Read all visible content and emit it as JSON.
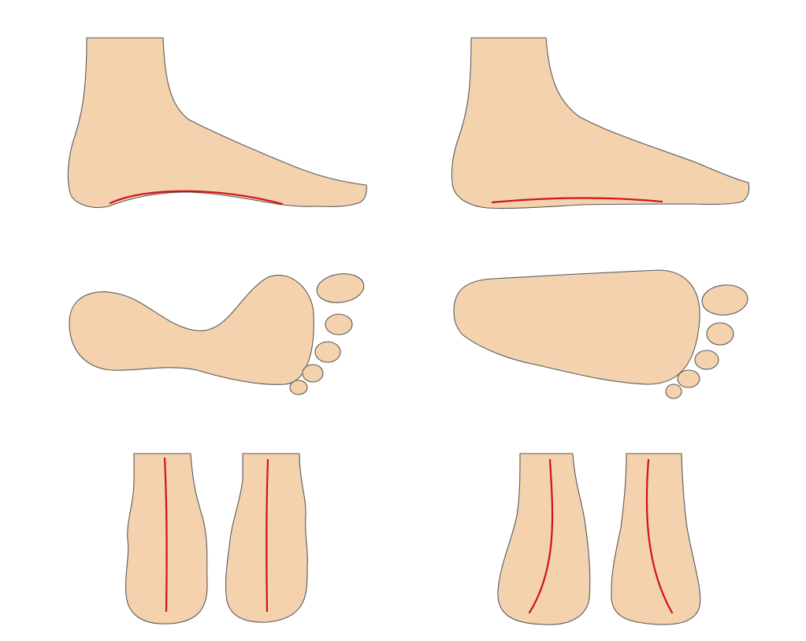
{
  "colors": {
    "background": "#ffffff",
    "skin": "#f3d2ad",
    "outline": "#5a5a5a",
    "arch_line": "#d0121b"
  },
  "panels": [
    {
      "column": "left",
      "row": "top",
      "view": "side",
      "icon": "foot-side-normal-arch"
    },
    {
      "column": "right",
      "row": "top",
      "view": "side",
      "icon": "foot-side-flat-arch"
    },
    {
      "column": "left",
      "row": "middle",
      "view": "footprint",
      "icon": "footprint-normal"
    },
    {
      "column": "right",
      "row": "middle",
      "view": "footprint",
      "icon": "footprint-flat"
    },
    {
      "column": "left",
      "row": "bottom",
      "view": "rear",
      "icon": "heels-rear-normal"
    },
    {
      "column": "right",
      "row": "bottom",
      "view": "rear",
      "icon": "heels-rear-flat"
    }
  ]
}
